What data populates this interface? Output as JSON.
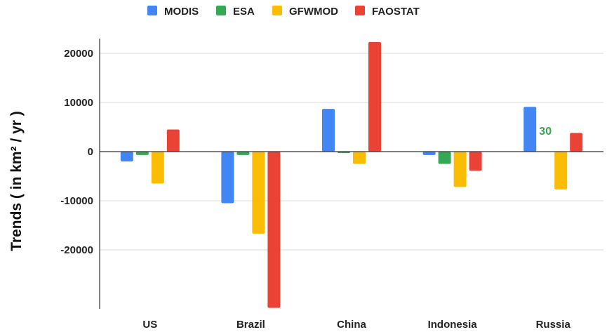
{
  "chart_data": {
    "type": "bar",
    "categories": [
      "US",
      "Brazil",
      "China",
      "Indonesia",
      "Russia"
    ],
    "series": [
      {
        "name": "MODIS",
        "color": "#4285F4",
        "values": [
          -2000,
          -10500,
          8700,
          -700,
          9100
        ]
      },
      {
        "name": "ESA",
        "color": "#34A853",
        "values": [
          -700,
          -700,
          -300,
          -2500,
          0
        ]
      },
      {
        "name": "GFWMOD",
        "color": "#FBBC04",
        "values": [
          -6500,
          -16700,
          -2500,
          -7200,
          -7700
        ]
      },
      {
        "name": "FAOSTAT",
        "color": "#EA4335",
        "values": [
          4500,
          -31800,
          22300,
          -3900,
          3800
        ]
      }
    ],
    "ylabel": "Trends ( in km² / yr )",
    "yticks": [
      -20000,
      -10000,
      0,
      10000,
      20000
    ],
    "ytick_labels": [
      "-20000",
      "-10000",
      "0",
      "10000",
      "20000"
    ],
    "ylim": [
      -32000,
      23000
    ],
    "grid": true,
    "legend": "top",
    "annotations": [
      {
        "text": "30",
        "category": "Russia",
        "series": "ESA",
        "color": "#34A853"
      }
    ]
  }
}
